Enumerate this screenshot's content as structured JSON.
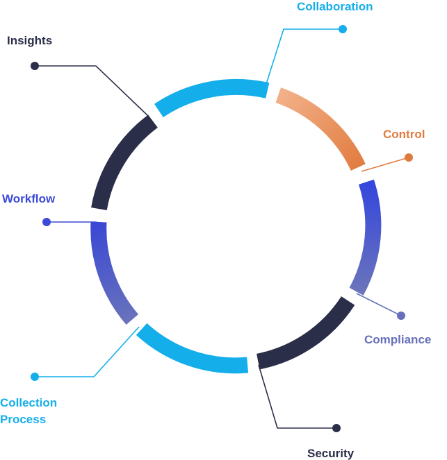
{
  "diagram": {
    "segments": [
      {
        "label": "Collaboration",
        "color": "#14AEEA"
      },
      {
        "label": "Control",
        "color": "#E8874E"
      },
      {
        "label": "Compliance",
        "color": "#6670BA"
      },
      {
        "label": "Security",
        "color": "#2B2E48"
      },
      {
        "label": "Collection",
        "label2": "Process",
        "color": "#14AEEA"
      },
      {
        "label": "Workflow",
        "color": "#3C4AD6"
      },
      {
        "label": "Insights",
        "color": "#2B2E48"
      }
    ]
  }
}
